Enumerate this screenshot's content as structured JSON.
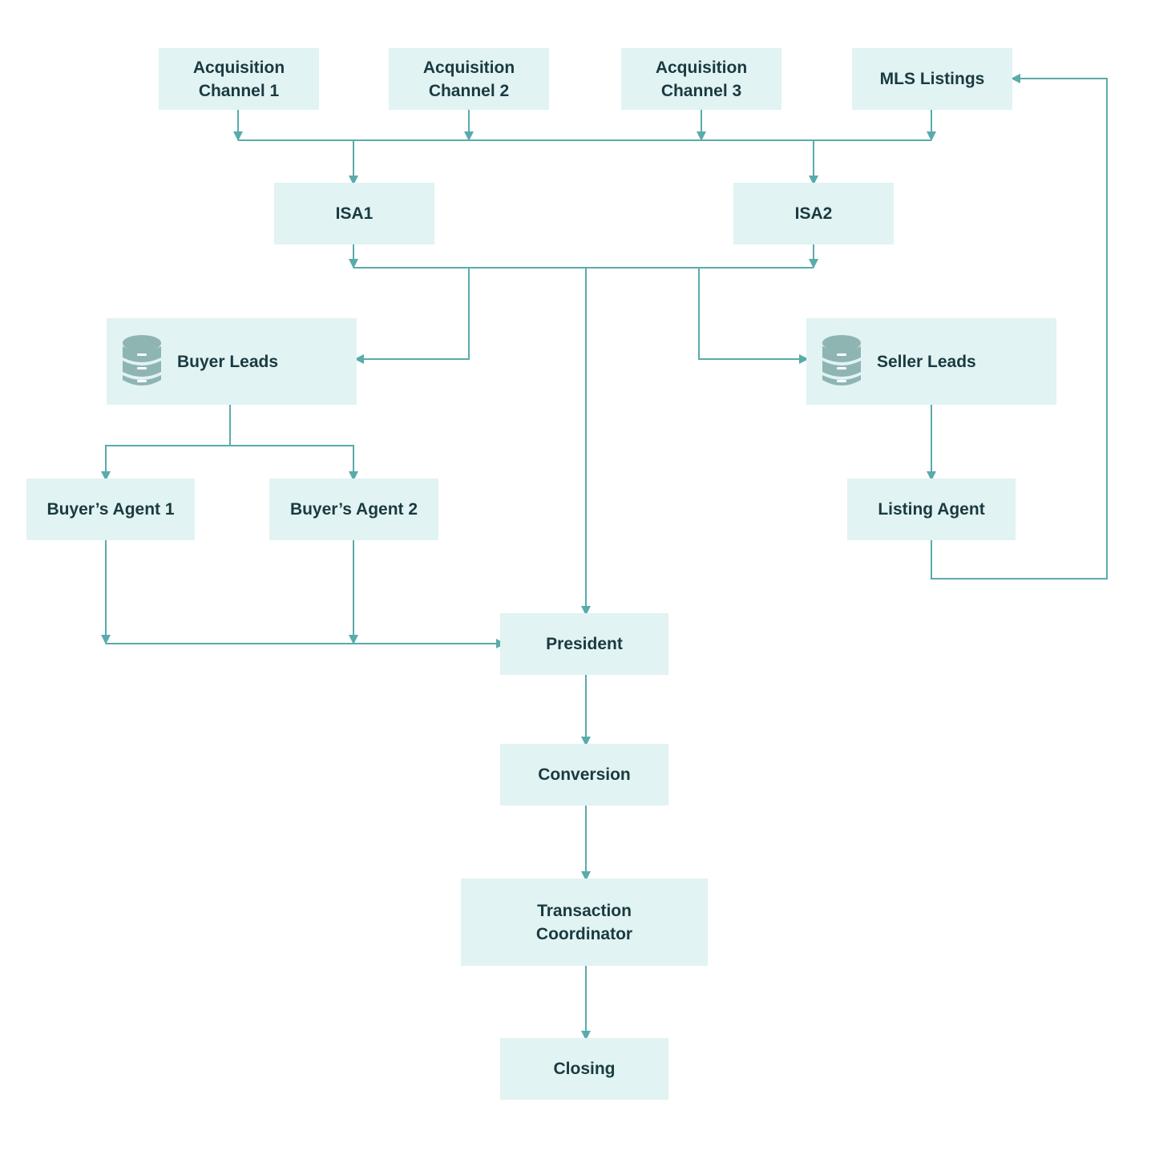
{
  "nodes": {
    "acq1": "Acquisition\nChannel 1",
    "acq2": "Acquisition\nChannel 2",
    "acq3": "Acquisition\nChannel 3",
    "mls": "MLS Listings",
    "isa1": "ISA1",
    "isa2": "ISA2",
    "buyer_leads": "Buyer Leads",
    "seller_leads": "Seller Leads",
    "buyer_agent_1": "Buyer’s Agent 1",
    "buyer_agent_2": "Buyer’s Agent 2",
    "listing_agent": "Listing Agent",
    "president": "President",
    "conversion": "Conversion",
    "transaction_coordinator": "Transaction\nCoordinator",
    "closing": "Closing"
  },
  "icons": {
    "buyer_leads": "database-icon",
    "seller_leads": "database-icon"
  },
  "colors": {
    "node_fill": "#e1f3f3",
    "line": "#5aabab",
    "text": "#1a3a40",
    "icon": "#8fb5b3"
  }
}
